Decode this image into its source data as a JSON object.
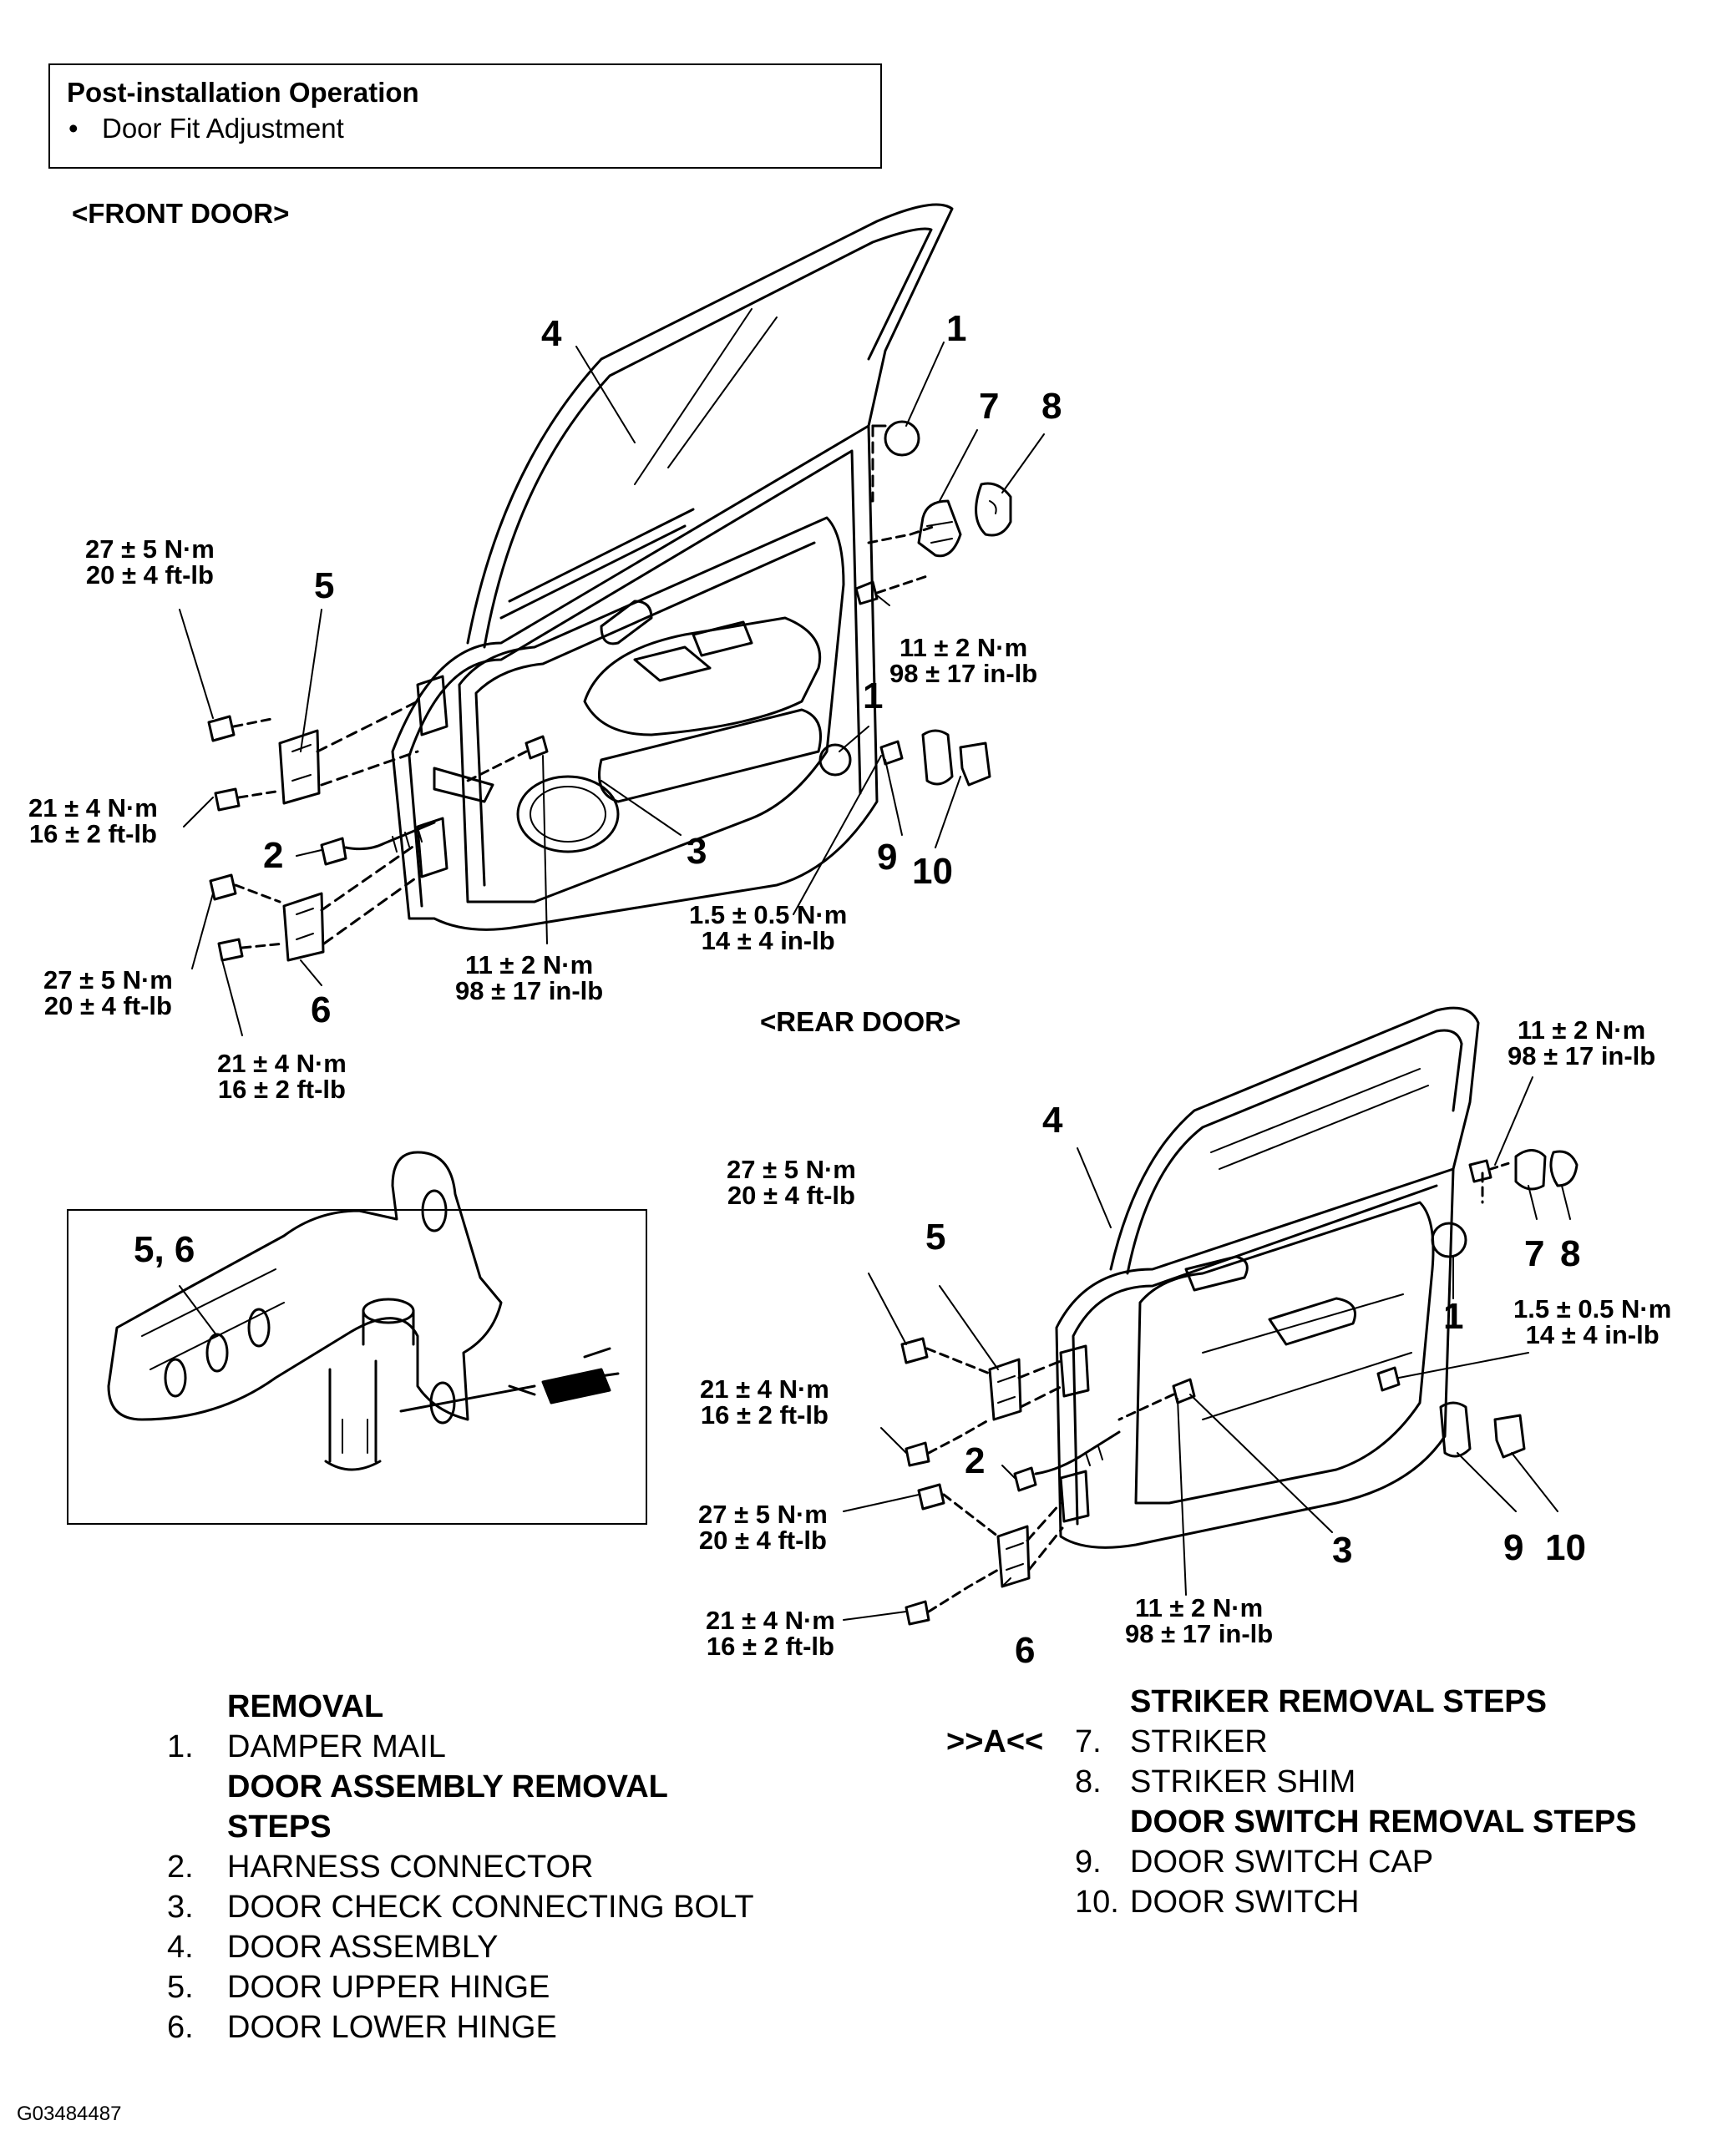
{
  "post_installation": {
    "heading": "Post-installation Operation",
    "bullet": "•",
    "item": "Door Fit Adjustment"
  },
  "front_door": {
    "title": "<FRONT DOOR>",
    "callouts": [
      "4",
      "1",
      "7",
      "8",
      "5",
      "2",
      "3",
      "1",
      "9",
      "10",
      "6"
    ],
    "torques": {
      "upper_hinge_bolt": [
        "27 ± 5 N·m",
        "20 ± 4 ft-lb"
      ],
      "upper_hinge_nut": [
        "21 ± 4 N·m",
        "16 ± 2 ft-lb"
      ],
      "lower_hinge_bolt": [
        "27 ± 5 N·m",
        "20 ± 4 ft-lb"
      ],
      "lower_hinge_nut": [
        "21 ± 4 N·m",
        "16 ± 2 ft-lb"
      ],
      "check_bolt": [
        "11 ± 2 N·m",
        "98 ± 17 in-lb"
      ],
      "striker_screw": [
        "11 ± 2 N·m",
        "98 ± 17 in-lb"
      ],
      "switch_screw": [
        "1.5 ± 0.5 N·m",
        "14 ± 4 in-lb"
      ]
    }
  },
  "rear_door": {
    "title": "<REAR DOOR>",
    "callouts": [
      "4",
      "5",
      "2",
      "6",
      "3",
      "1",
      "7",
      "8",
      "9",
      "10"
    ],
    "torques": {
      "upper_hinge_bolt": [
        "27 ± 5 N·m",
        "20 ± 4 ft-lb"
      ],
      "upper_hinge_nut": [
        "21 ± 4 N·m",
        "16 ± 2 ft-lb"
      ],
      "lower_hinge_bolt": [
        "27 ± 5 N·m",
        "20 ± 4 ft-lb"
      ],
      "lower_hinge_nut": [
        "21 ± 4 N·m",
        "16 ± 2 ft-lb"
      ],
      "check_bolt": [
        "11 ± 2 N·m",
        "98 ± 17 in-lb"
      ],
      "striker_screw": [
        "11 ± 2 N·m",
        "98 ± 17 in-lb"
      ],
      "switch_screw": [
        "1.5 ± 0.5 N·m",
        "14 ± 4 in-lb"
      ]
    }
  },
  "hinge_detail": {
    "callout": "5, 6"
  },
  "removal_steps": {
    "heading": "REMOVAL",
    "step1": "1.",
    "step1_label": "DAMPER MAIL",
    "subheading_line1": "DOOR ASSEMBLY REMOVAL",
    "subheading_line2": "STEPS",
    "items": [
      {
        "num": "2.",
        "label": "HARNESS CONNECTOR"
      },
      {
        "num": "3.",
        "label": "DOOR CHECK CONNECTING BOLT"
      },
      {
        "num": "4.",
        "label": "DOOR ASSEMBLY"
      },
      {
        "num": "5.",
        "label": "DOOR UPPER HINGE"
      },
      {
        "num": "6.",
        "label": "DOOR LOWER HINGE"
      }
    ]
  },
  "striker_steps": {
    "heading": "STRIKER REMOVAL STEPS",
    "marker": ">>A<<",
    "items": [
      {
        "num": "7.",
        "label": "STRIKER"
      },
      {
        "num": "8.",
        "label": "STRIKER SHIM"
      }
    ],
    "switch_heading": "DOOR SWITCH REMOVAL STEPS",
    "switch_items": [
      {
        "num": "9.",
        "label": "DOOR SWITCH CAP"
      },
      {
        "num": "10.",
        "label": "DOOR SWITCH"
      }
    ]
  },
  "figure_id": "G03484487"
}
